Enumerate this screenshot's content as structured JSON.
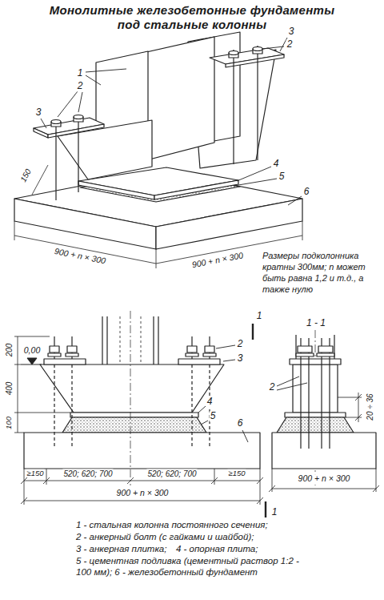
{
  "diagram": {
    "title": "Монолитные железобетонные фундаменты под стальные колонны",
    "labels": [
      "Размеры подколонника кратны 300мм; n может быть равна 1,2 и т.д., а также нулю",
      "1",
      "2",
      "3",
      "3",
      "2",
      "4",
      "5",
      "6",
      "150",
      "900 + n × 300",
      "900 + n × 300",
      "1",
      "0,00",
      "200",
      "400",
      "100",
      "2",
      "3",
      "4",
      "5",
      "6",
      "≥150",
      "520; 620; 700",
      "520; 620; 700",
      "≥150",
      "900 + n × 300",
      "1",
      "1 - 1",
      "2",
      "20 ÷ 36",
      "900 + n × 300",
      "1 - стальная колонна постоянного сечения;",
      "2 - анкерный болт (с гайками и шайбой);",
      "3 - анкерная плитка;",
      "4 - опорная плита;",
      "5 - цементная подливка (цементный раствор 1:2 - 100 мм); 6 - железобетонный фундамент"
    ]
  }
}
